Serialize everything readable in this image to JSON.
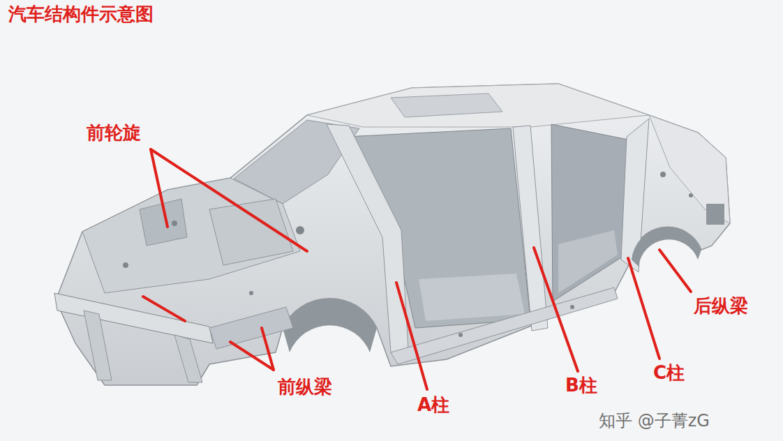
{
  "diagram": {
    "title": "汽车结构件示意图",
    "labels": [
      "前轮旋",
      "前纵梁",
      "A柱",
      "B柱",
      "C柱",
      "后纵梁",
      "知乎 @子菁zG"
    ]
  }
}
